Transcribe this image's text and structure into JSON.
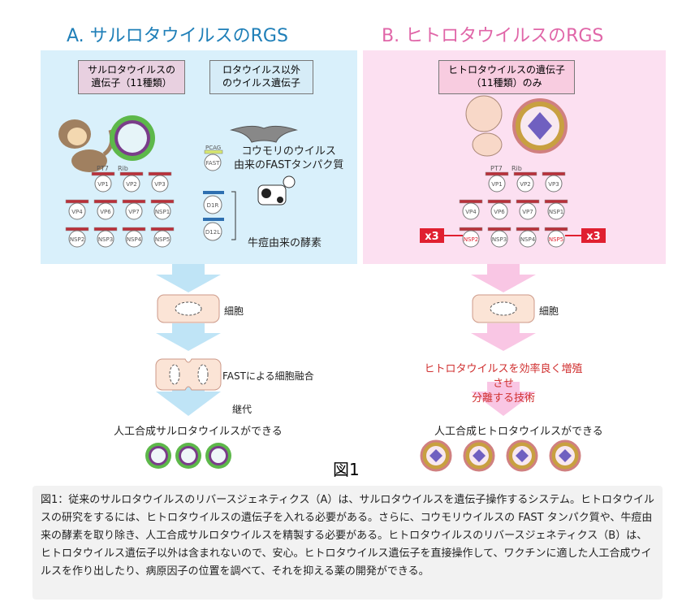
{
  "panelA": {
    "title": "A. サルロタウイルスのRGS",
    "box1": "サルロタウイルスの\n遺伝子（11種類）",
    "box2": "ロタウイルス以外\nのウイルス遺伝子",
    "bat_label": "コウモリのウイルス\n由来のFASTタンパク質",
    "cow_label": "牛痘由来の酵素",
    "promoter": "P",
    "promoter_sub": "T7",
    "rib": "Rib",
    "pcag": "P",
    "pcag_sub": "CAG",
    "fast": "FAST",
    "enzymes": [
      "D1R",
      "D12L"
    ],
    "genes": [
      [
        "VP1",
        "VP2",
        "VP3"
      ],
      [
        "VP4",
        "VP6",
        "VP7",
        "NSP1"
      ],
      [
        "NSP2",
        "NSP3",
        "NSP4",
        "NSP5"
      ]
    ],
    "cell": "細胞",
    "fusion": "FASTによる細胞融合",
    "passage": "継代",
    "result": "人工合成サルロタウイルスができる",
    "color": "#1f7fb8",
    "bg": "#d9f0fb"
  },
  "panelB": {
    "title": "B. ヒトロタウイルスのRGS",
    "box1": "ヒトロタウイルスの遺伝子\n（11種類）のみ",
    "promoter": "P",
    "promoter_sub": "T7",
    "rib": "Rib",
    "genes": [
      [
        "VP1",
        "VP2",
        "VP3"
      ],
      [
        "VP4",
        "VP6",
        "VP7",
        "NSP1"
      ],
      [
        "NSP2",
        "NSP3",
        "NSP4",
        "NSP5"
      ]
    ],
    "x3_left": "x3",
    "x3_right": "x3",
    "cell": "細胞",
    "technique": "ヒトロタウイルスを効率良く増殖させ\n分離する技術",
    "result": "人工合成ヒトロタウイルスができる",
    "color": "#e066a8",
    "bg": "#fce0f1",
    "accent": "#e02030"
  },
  "figure_label": "図1",
  "caption": "図1：従来のサルロタウイルスのリバースジェネティクス（A）は、サルロタウイルスを遺伝子操作するシステム。ヒトロタウイルスの研究をするには、ヒトロタウイルスの遺伝子を入れる必要がある。さらに、コウモリウイルスの FAST タンパク質や、牛痘由来の酵素を取り除き、人工合成サルロタウイルスを精製する必要がある。ヒトロタウイルスのリバースジェネティクス（B）は、ヒトロタウイルス遺伝子以外は含まれないので、安心。ヒトロタウイルス遺伝子を直接操作して、ワクチンに適した人工合成ウイルスを作り出したり、病原因子の位置を調べて、それを抑える薬の開発ができる。"
}
